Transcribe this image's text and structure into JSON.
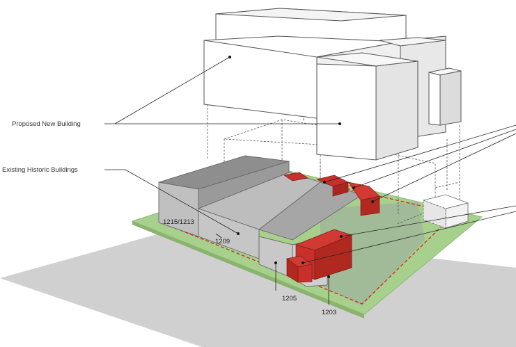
{
  "labels": {
    "proposed": "Proposed New Building",
    "existing": "Existing Historic Buildings"
  },
  "building_numbers": {
    "b1215": "1215/1213",
    "b1209": "1209",
    "b1205": "1205",
    "b1203": "1203"
  },
  "colors": {
    "ground": "#d0d0d0",
    "lawn": "#a8d08d",
    "demolition_red": "#c8312b",
    "existing_gray": "#b4b4b4",
    "proposed_white": "#ffffff"
  }
}
